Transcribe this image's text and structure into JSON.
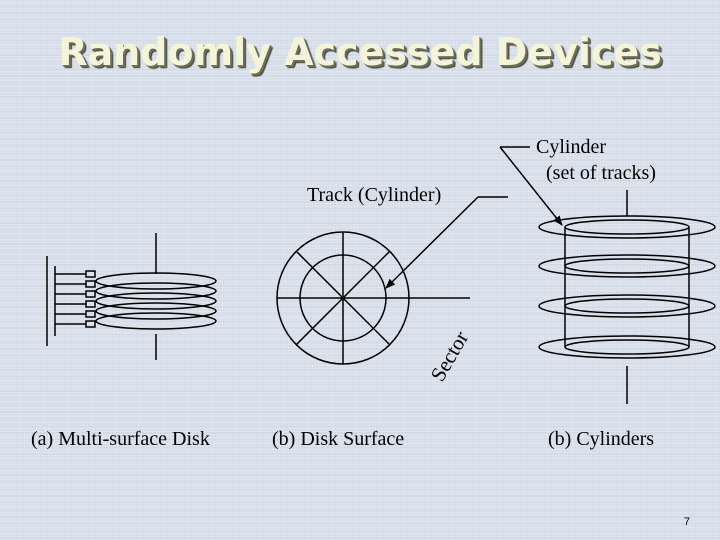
{
  "title": "Randomly Accessed Devices",
  "labels": {
    "track": "Track (Cylinder)",
    "cylinder_line1": "Cylinder",
    "cylinder_line2": "(set of tracks)",
    "sector": "Sector",
    "caption_a": "(a) Multi-surface Disk",
    "caption_b": "(b) Disk Surface",
    "caption_c": "(b) Cylinders"
  },
  "page_number": "7",
  "colors": {
    "background": "#d6deea",
    "title_fill": "#f4f4d8",
    "title_shadow": "#6e6e58",
    "ink": "#000000"
  }
}
